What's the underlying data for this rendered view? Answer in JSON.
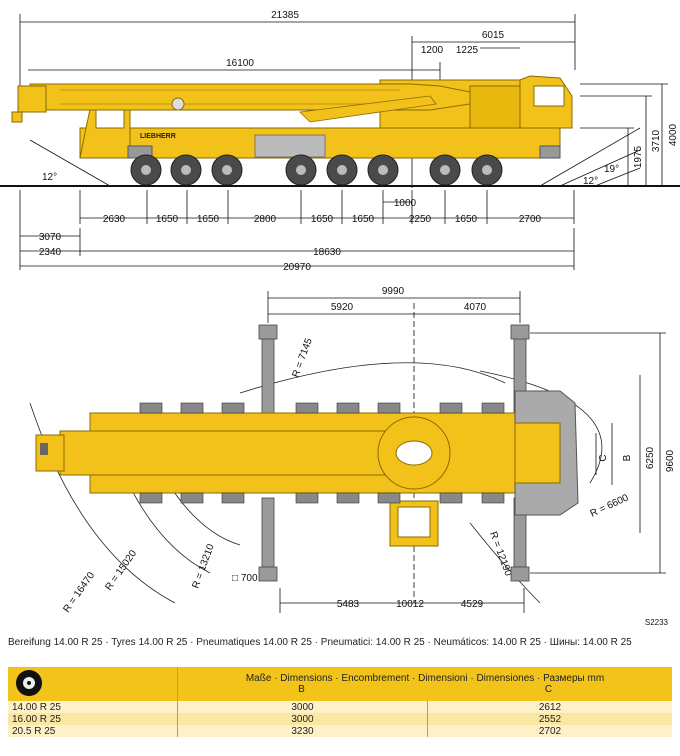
{
  "side_view": {
    "top_dims": [
      "21385",
      "16100",
      "6015",
      "1200",
      "1225"
    ],
    "right_dims": [
      "4000",
      "3710",
      "1975"
    ],
    "angles": [
      "12°",
      "12°",
      "19°"
    ],
    "bottom_row1": [
      "2630",
      "1650",
      "1650",
      "2800",
      "1650",
      "1650",
      "1000",
      "2250",
      "1650",
      "2700"
    ],
    "bottom_row2": [
      "3070",
      "2340",
      "18630",
      "20970"
    ],
    "brand": "LIEBHERR"
  },
  "plan_view": {
    "top_dims": [
      "9990",
      "5920",
      "4070"
    ],
    "radii": [
      "R = 7145",
      "R = 16470",
      "R = 15020",
      "R = 13210",
      "R = 12190",
      "R = 6600"
    ],
    "right_dims": [
      "6250",
      "9600"
    ],
    "letters": [
      "C",
      "B"
    ],
    "pad": "□ 700",
    "bottom_dims": [
      "5483",
      "4529",
      "10012"
    ],
    "code": "S2233"
  },
  "tyres_line": "Bereifung 14.00 R 25 · Tyres 14.00 R 25 · Pneumatiques 14.00 R 25 · Pneumatici: 14.00 R 25 · Neumáticos: 14.00 R 25 · Шины: 14.00 R 25",
  "table": {
    "header": "Maße · Dimensions · Encombrement · Dimensioni · Dimensiones · Размеры mm",
    "col_b": "B",
    "col_c": "C",
    "rows": [
      {
        "tyre": "14.00 R 25",
        "b": "3000",
        "c": "2612"
      },
      {
        "tyre": "16.00 R 25",
        "b": "3000",
        "c": "2552"
      },
      {
        "tyre": "20.5   R 25",
        "b": "3230",
        "c": "2702"
      }
    ]
  },
  "colors": {
    "crane_yellow": "#f2c21b",
    "outline": "#8a6a00",
    "grey": "#9a9a9a",
    "tyre": "#4a4a4a"
  }
}
